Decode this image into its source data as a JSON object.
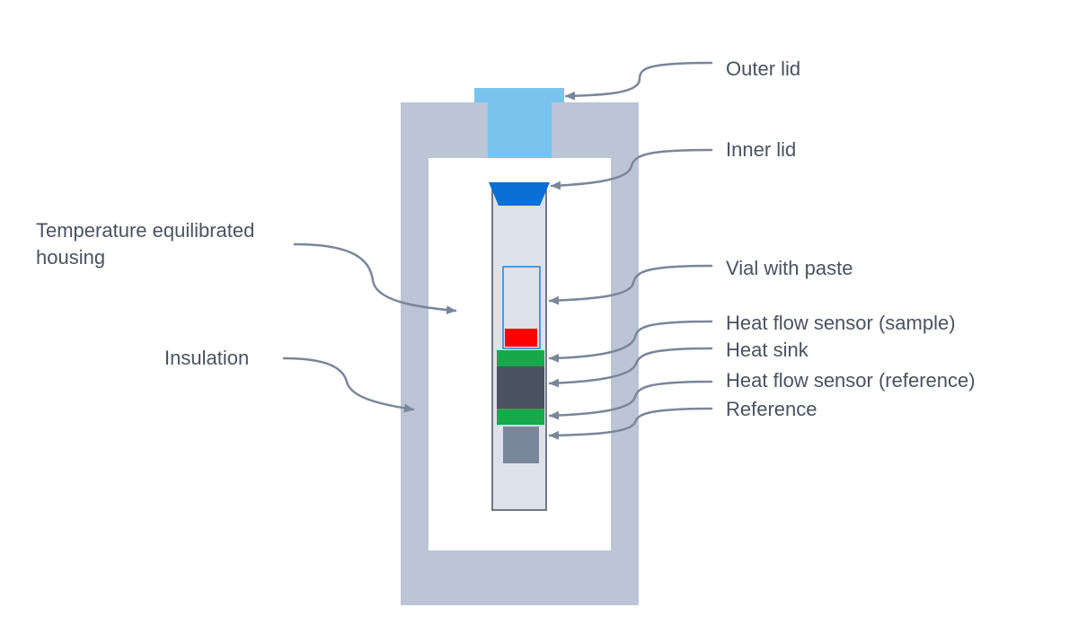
{
  "labels": {
    "outer_lid": "Outer lid",
    "inner_lid": "Inner lid",
    "housing_line1": "Temperature equilibrated",
    "housing_line2": "housing",
    "vial": "Vial with paste",
    "sensor_sample": "Heat flow sensor (sample)",
    "heat_sink": "Heat sink",
    "sensor_reference": "Heat flow sensor (reference)",
    "reference": "Reference",
    "insulation": "Insulation"
  },
  "colors": {
    "insulation": "#bcc5d5",
    "outer_lid": "#78c4ef",
    "inner_lid": "#0a6fd6",
    "tube": "#dde1ea",
    "tube_border": "#4a5260",
    "vial_border": "#2d7fd0",
    "sample": "#ff0000",
    "heat_flow_sensor": "#19a74b",
    "heat_sink": "#4a5260",
    "reference": "#7a8699",
    "arrow": "#7a8699",
    "text": "#4a5260"
  }
}
